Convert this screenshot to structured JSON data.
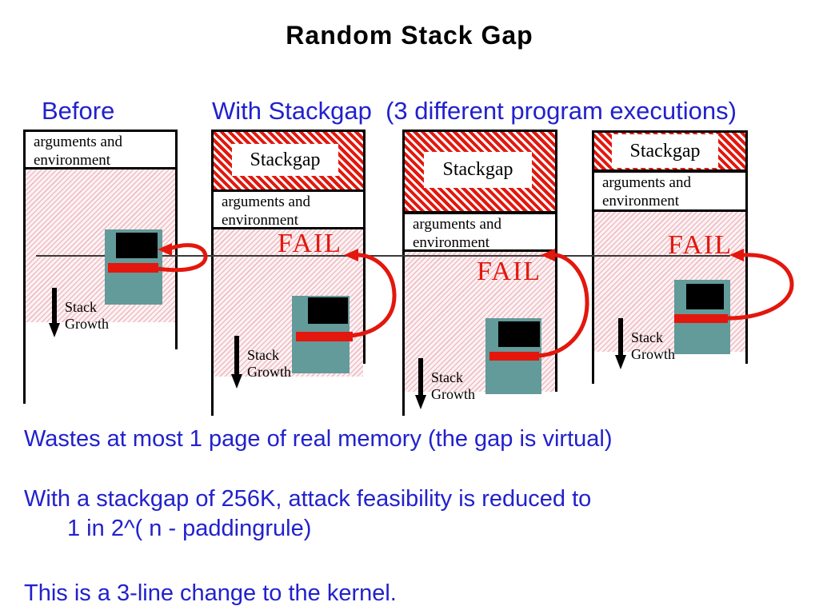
{
  "title": "Random Stack Gap",
  "headers": {
    "before": "Before",
    "with_stackgap": "With Stackgap  (3 different program executions)"
  },
  "diagram": {
    "stackgap_label": "Stackgap",
    "args_env_label": "arguments and environment",
    "fail_label": "FAIL",
    "stack_growth_line1": "Stack",
    "stack_growth_line2": "Growth"
  },
  "notes": [
    "Wastes at most 1 page of real memory (the gap is virtual)",
    "With a stackgap of 256K, attack feasibility is reduced to",
    "1 in 2^( n - paddingrule)",
    "This is a 3-line change to the kernel."
  ],
  "colors": {
    "accent_blue": "#2121cd",
    "alert_red": "#e3170d",
    "computer_teal": "#639a9a",
    "line_gray": "#3a3a3a"
  }
}
